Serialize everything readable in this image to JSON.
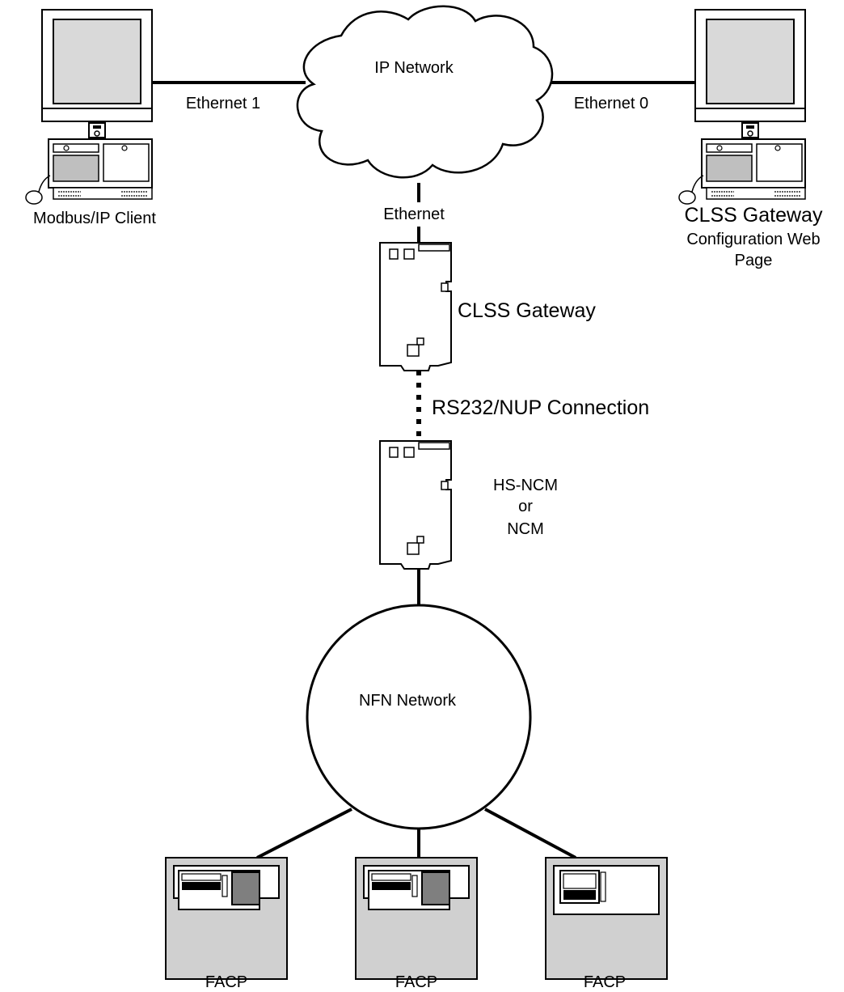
{
  "labels": {
    "ip_network": "IP Network",
    "ethernet_1": "Ethernet 1",
    "ethernet_0": "Ethernet 0",
    "ethernet": "Ethernet",
    "modbus_client": "Modbus/IP Client",
    "gateway_config_line1": "CLSS Gateway",
    "gateway_config_line2": "Configuration Web",
    "gateway_config_line3": "Page",
    "clss_gateway": "CLSS Gateway",
    "rs232": "RS232/NUP Connection",
    "hs_ncm_line1": "HS-NCM",
    "hs_ncm_line2": "or",
    "hs_ncm_line3": "NCM",
    "nfn_network": "NFN Network",
    "facp_1": "FACP",
    "facp_2": "FACP",
    "facp_3": "FACP"
  },
  "colors": {
    "line": "#000000",
    "panel_fill": "#d0d0d0",
    "screen_fill": "#d9d9d9",
    "dark_fill": "#7f7f7f"
  }
}
